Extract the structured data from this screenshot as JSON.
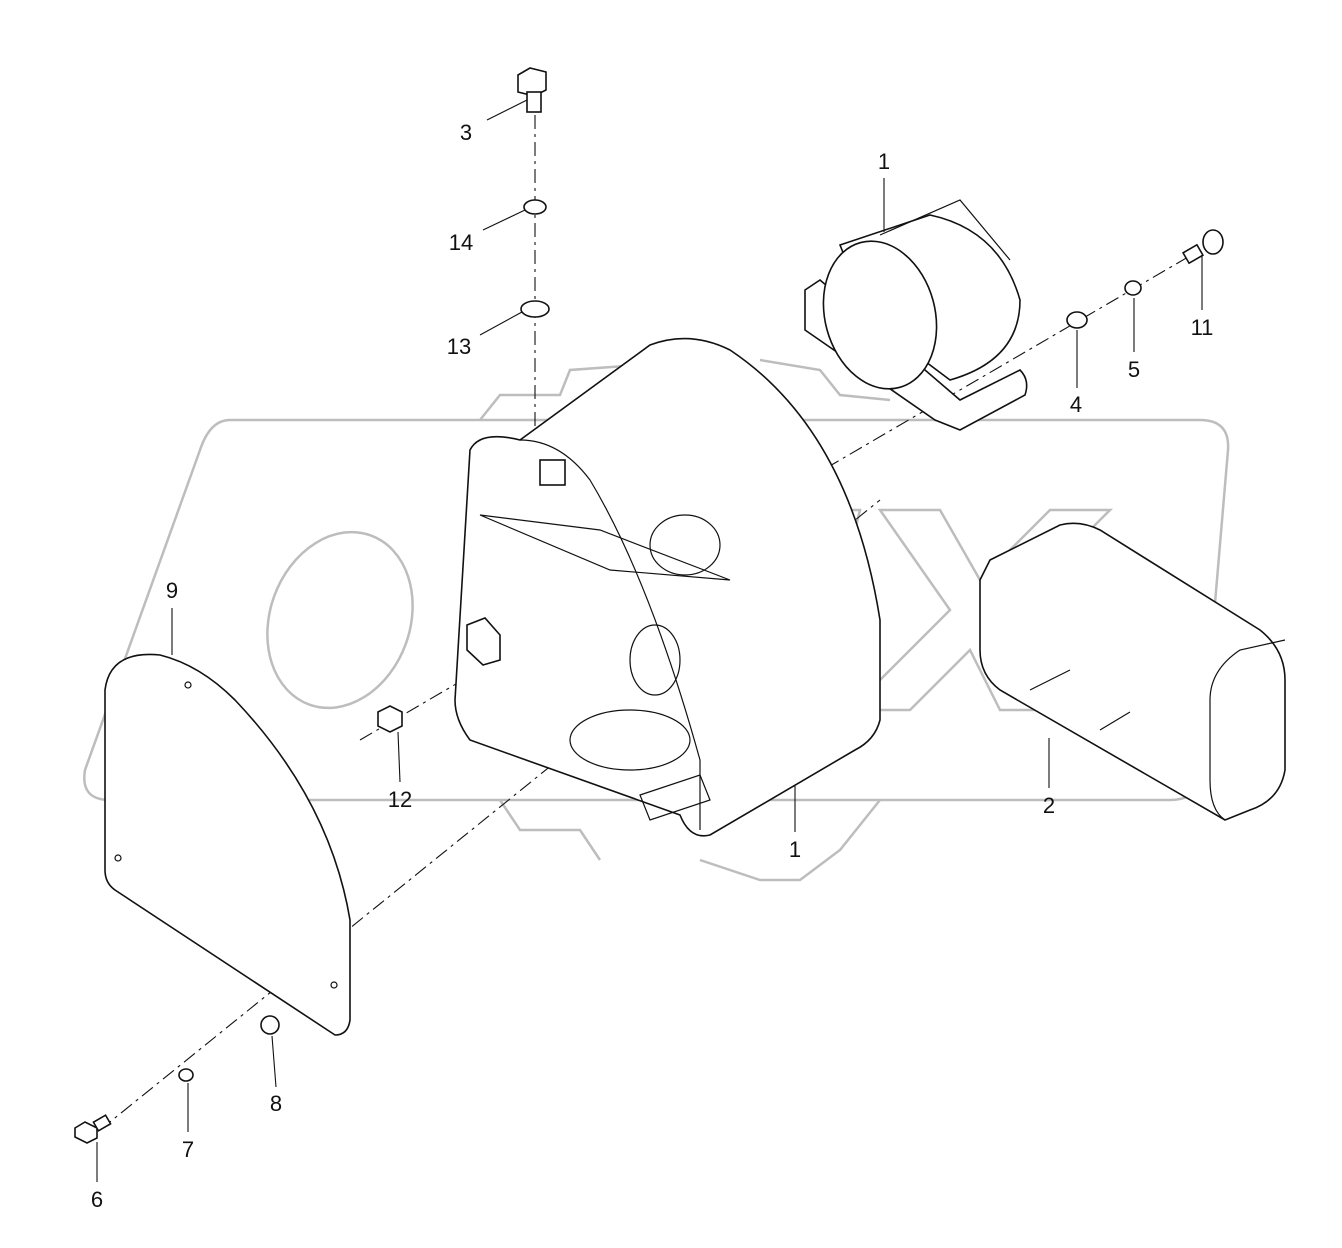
{
  "diagram": {
    "type": "exploded parts diagram",
    "watermark": "OPEX",
    "callouts": [
      {
        "id": "c3",
        "label": "3"
      },
      {
        "id": "c14",
        "label": "14"
      },
      {
        "id": "c13",
        "label": "13"
      },
      {
        "id": "c1a",
        "label": "1"
      },
      {
        "id": "c11",
        "label": "11"
      },
      {
        "id": "c5",
        "label": "5"
      },
      {
        "id": "c4",
        "label": "4"
      },
      {
        "id": "c9",
        "label": "9"
      },
      {
        "id": "c12",
        "label": "12"
      },
      {
        "id": "c1b",
        "label": "1"
      },
      {
        "id": "c2",
        "label": "2"
      },
      {
        "id": "c8",
        "label": "8"
      },
      {
        "id": "c7",
        "label": "7"
      },
      {
        "id": "c6",
        "label": "6"
      }
    ]
  }
}
